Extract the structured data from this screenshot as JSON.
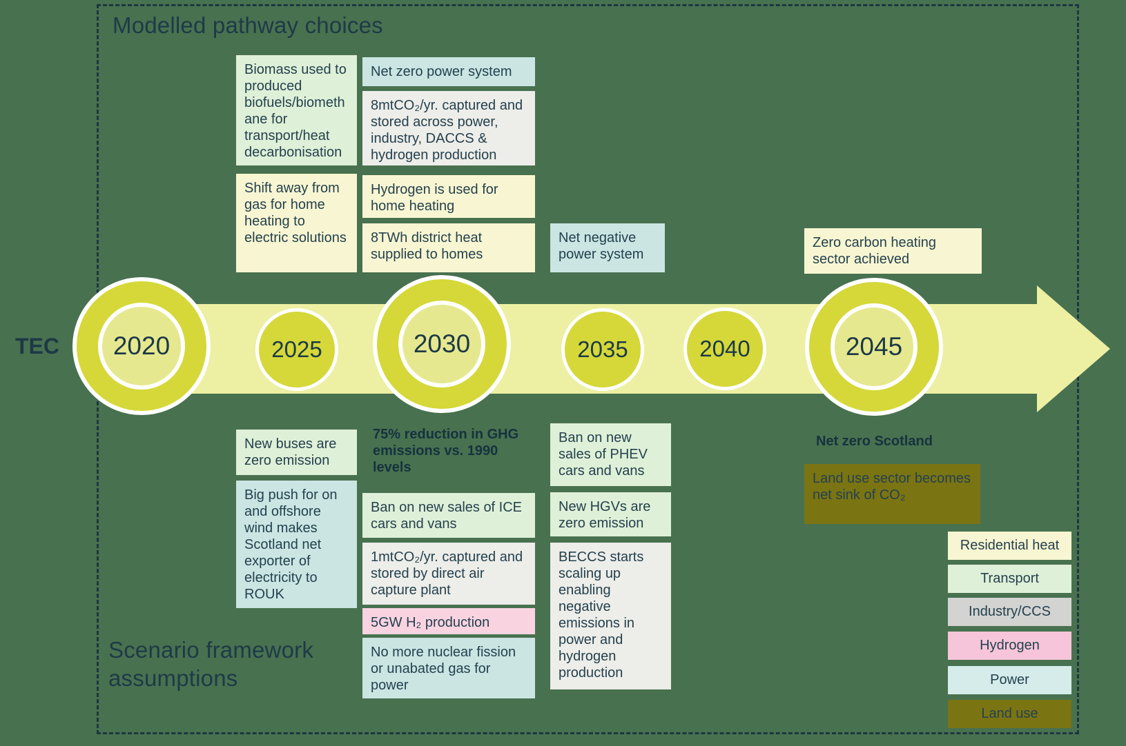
{
  "header": {
    "title": "Modelled pathway choices"
  },
  "footer": {
    "title": "Scenario framework assumptions"
  },
  "axis_label": "TEC",
  "timeline": {
    "years": [
      {
        "label": "2020",
        "size": "large"
      },
      {
        "label": "2025",
        "size": "small"
      },
      {
        "label": "2030",
        "size": "large"
      },
      {
        "label": "2035",
        "size": "small"
      },
      {
        "label": "2040",
        "size": "small"
      },
      {
        "label": "2045",
        "size": "large"
      }
    ]
  },
  "boxes_above": {
    "biomass": {
      "text": "Biomass used to produced biofuels/biomethane for transport/heat decarbonisation",
      "category": "Transport"
    },
    "net_zero_power": {
      "text": "Net zero power system",
      "category": "Power"
    },
    "captured_8mt": {
      "text": "8mtCO₂/yr. captured and stored across power, industry, DACCS & hydrogen production",
      "category": "Industry/CCS"
    },
    "shift_away": {
      "text": "Shift away from gas for home heating to electric solutions",
      "category": "Residential heat"
    },
    "hydrogen_home": {
      "text": "Hydrogen is used for home heating",
      "category": "Residential heat"
    },
    "district_heat": {
      "text": "8TWh district heat supplied to homes",
      "category": "Residential heat"
    },
    "net_negative": {
      "text": "Net negative power system",
      "category": "Power"
    },
    "zero_carbon_heat": {
      "text": "Zero carbon heating sector achieved",
      "category": "Residential heat"
    }
  },
  "boxes_below": {
    "new_buses": {
      "text": "New buses are zero emission",
      "category": "Transport"
    },
    "big_push": {
      "text": "Big push for on and offshore wind makes Scotland net exporter of electricity to ROUK",
      "category": "Power"
    },
    "ban_ice": {
      "text": "Ban on new sales of ICE cars and vans",
      "category": "Transport"
    },
    "captured_1mt": {
      "text": "1mtCO₂/yr. captured and stored by direct air capture plant",
      "category": "Industry/CCS"
    },
    "h2_production": {
      "text": "5GW H₂ production",
      "category": "Hydrogen"
    },
    "no_nuclear": {
      "text": "No more nuclear fission or unabated gas for power",
      "category": "Power"
    },
    "ban_phev": {
      "text": "Ban on new sales of PHEV cars and vans",
      "category": "Transport"
    },
    "new_hgv": {
      "text": "New HGVs are zero emission",
      "category": "Transport"
    },
    "beccs": {
      "text": "BECCS starts scaling up enabling negative emissions in power and hydrogen production",
      "category": "Industry/CCS"
    },
    "land_use_sink": {
      "text": "Land use sector becomes net sink of CO₂",
      "category": "Land use"
    }
  },
  "milestones": {
    "ghg_75": {
      "text": "75% reduction in GHG emissions vs. 1990 levels"
    },
    "net_zero_scotland": {
      "text": "Net zero Scotland"
    }
  },
  "legend": {
    "items": [
      {
        "label": "Residential heat",
        "color": "#F8F6D2"
      },
      {
        "label": "Transport",
        "color": "#DFF0D8"
      },
      {
        "label": "Industry/CCS",
        "color": "#D3D3D1"
      },
      {
        "label": "Hydrogen",
        "color": "#F6C5D9"
      },
      {
        "label": "Power",
        "color": "#D5ECEB"
      },
      {
        "label": "Land use",
        "color": "#7A7413"
      }
    ]
  },
  "colors": {
    "background": "#48714F",
    "frame_dash": "#1C3642",
    "timeline_band": "#EDEFA2",
    "year_circle": "#D5D838",
    "year_circle_inner": "#E6E88F",
    "text_dark": "#1E3A48"
  }
}
